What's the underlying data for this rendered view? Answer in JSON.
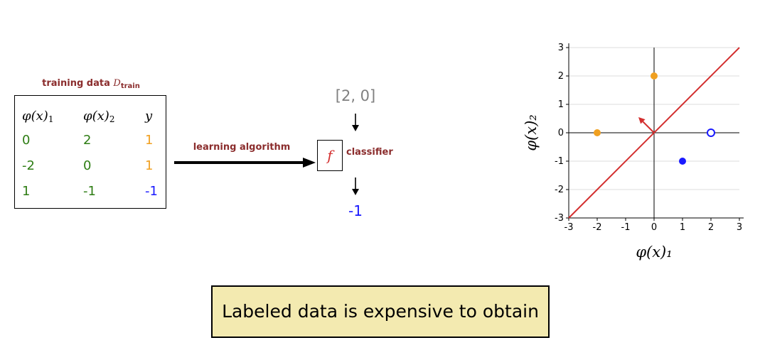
{
  "training": {
    "title_prefix": "training data ",
    "title_symbol": "D",
    "title_sub": "train",
    "headers": [
      {
        "base": "φ(x)",
        "sub": "1"
      },
      {
        "base": "φ(x)",
        "sub": "2"
      },
      {
        "base": "y",
        "sub": ""
      }
    ],
    "rows": [
      [
        "0",
        "2",
        "1"
      ],
      [
        "-2",
        "0",
        "1"
      ],
      [
        "1",
        "-1",
        "-1"
      ]
    ]
  },
  "pipeline": {
    "algorithm_label": "learning algorithm",
    "classifier_symbol": "f",
    "classifier_label": "classifier",
    "input": "[2, 0]",
    "output": "-1"
  },
  "callout": "Labeled data is expensive to obtain",
  "colors": {
    "positive": "#f0a020",
    "negative": "#1a1aff",
    "feature": "#2e7d14",
    "boundary": "#d32f2f",
    "label_dark_red": "#8b2d2d"
  },
  "chart_data": {
    "type": "scatter",
    "xlabel": "φ(x)₁",
    "ylabel": "φ(x)₂",
    "xlim": [
      -3,
      3
    ],
    "ylim": [
      -3,
      3
    ],
    "xticks": [
      -3,
      -2,
      -1,
      0,
      1,
      2,
      3
    ],
    "yticks": [
      -3,
      -2,
      -1,
      0,
      1,
      2,
      3
    ],
    "grid": "horizontal",
    "points": [
      {
        "x": 0,
        "y": 2,
        "label": 1,
        "color": "#f0a020",
        "filled": true
      },
      {
        "x": -2,
        "y": 0,
        "label": 1,
        "color": "#f0a020",
        "filled": true
      },
      {
        "x": 1,
        "y": -1,
        "label": -1,
        "color": "#1a1aff",
        "filled": true
      },
      {
        "x": 2,
        "y": 0,
        "label": -1,
        "color": "#1a1aff",
        "filled": false
      }
    ],
    "boundary": {
      "x1": -3,
      "y1": -3,
      "x2": 3,
      "y2": 3,
      "color": "#d32f2f"
    },
    "weight_vector": {
      "x1": 0,
      "y1": 0,
      "x2": -0.55,
      "y2": 0.55,
      "color": "#d32f2f"
    }
  }
}
